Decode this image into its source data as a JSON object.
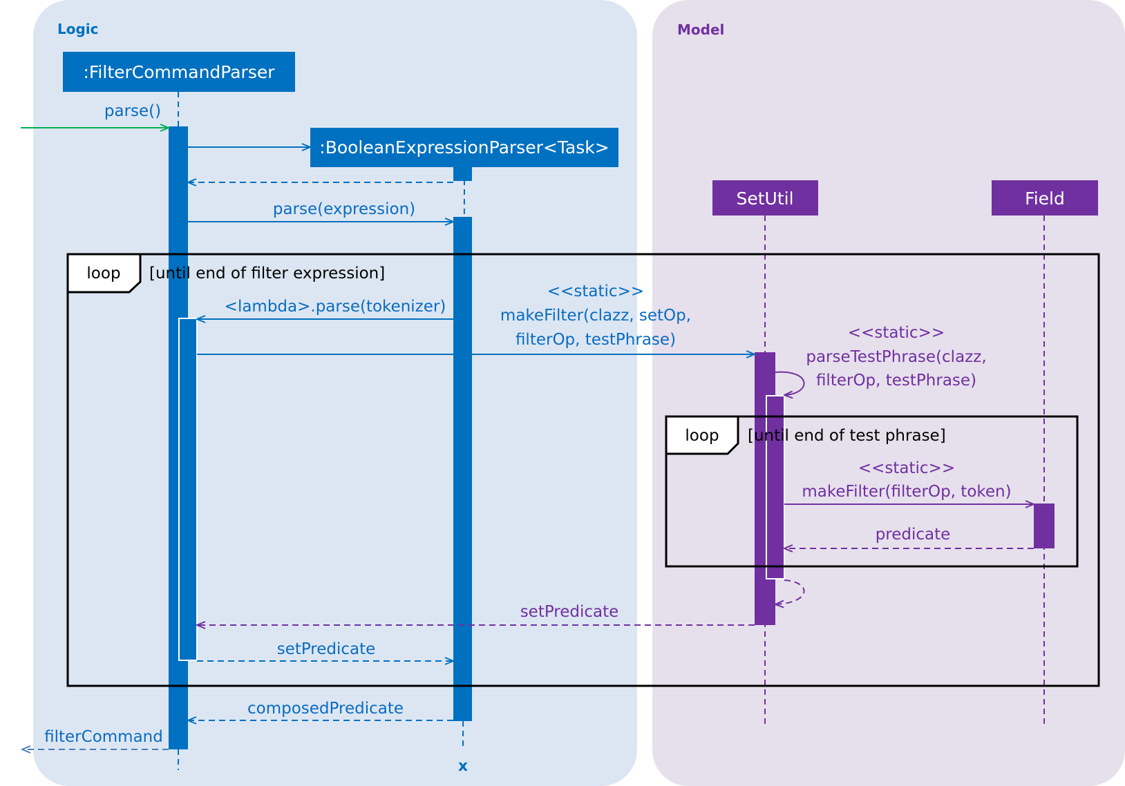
{
  "groups": {
    "logic": "Logic",
    "model": "Model"
  },
  "participants": {
    "filter_command_parser": ":FilterCommandParser",
    "boolean_expression_parser": ":BooleanExpressionParser<Task>",
    "set_util": "SetUtil",
    "field": "Field"
  },
  "frames": {
    "outer_loop": {
      "keyword": "loop",
      "guard": "[until end of filter expression]"
    },
    "inner_loop": {
      "keyword": "loop",
      "guard": "[until end of test phrase]"
    }
  },
  "messages": {
    "parse_call": "parse()",
    "parse_expression": "parse(expression)",
    "lambda_parse": "<lambda>.parse(tokenizer)",
    "make_filter_static": "<<static>>",
    "make_filter_line1": "makeFilter(clazz, setOp,",
    "make_filter_line2": "filterOp, testPhrase)",
    "parse_test_phrase_static": "<<static>>",
    "parse_test_phrase_line1": "parseTestPhrase(clazz,",
    "parse_test_phrase_line2": "filterOp, testPhrase)",
    "field_make_filter_static": "<<static>>",
    "field_make_filter": "makeFilter(filterOp, token)",
    "predicate_return": "predicate",
    "set_predicate_model": "setPredicate",
    "set_predicate_logic": "setPredicate",
    "composed_predicate": "composedPredicate",
    "filter_command": "filterCommand",
    "destroy_mark": "x"
  },
  "colors": {
    "logic_bg": "#dce6f2",
    "model_bg": "#e6e0ec",
    "logic_accent": "#0070c0",
    "model_accent": "#7030a0",
    "entry_arrow": "#00b050"
  }
}
